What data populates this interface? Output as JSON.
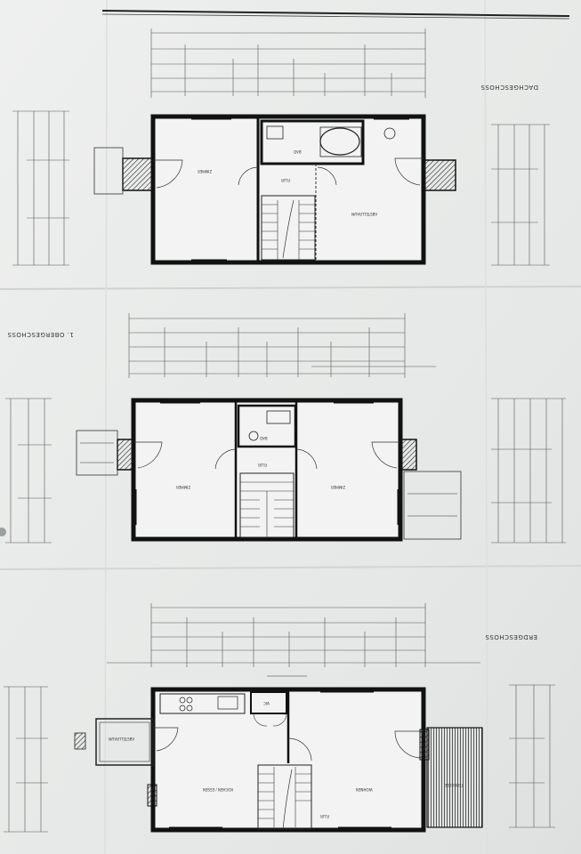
{
  "floors": [
    {
      "id": "dachgeschoss",
      "title": "DACHGESCHOSS",
      "rooms": [
        {
          "id": "zimmer",
          "label": "ZIMMER"
        },
        {
          "id": "bad",
          "label": "BAD"
        },
        {
          "id": "flur",
          "label": "FLUR"
        },
        {
          "id": "abstellraum",
          "label": "ABSTELLRAUM"
        }
      ]
    },
    {
      "id": "obergeschoss",
      "title": "1. OBERGESCHOSS",
      "rooms": [
        {
          "id": "zimmer-links",
          "label": "ZIMMER"
        },
        {
          "id": "bad",
          "label": "BAD"
        },
        {
          "id": "flur",
          "label": "FLUR"
        },
        {
          "id": "zimmer-rechts",
          "label": "ZIMMER"
        }
      ]
    },
    {
      "id": "erdgeschoss",
      "title": "ERDGESCHOSS",
      "rooms": [
        {
          "id": "kochen-essen",
          "label": "KOCHEN / ESSEN"
        },
        {
          "id": "wc",
          "label": "WC"
        },
        {
          "id": "wohnen",
          "label": "WOHNEN"
        },
        {
          "id": "abstellraum",
          "label": "ABSTELLRAUM"
        },
        {
          "id": "terrasse",
          "label": "TERRASSE"
        },
        {
          "id": "flur",
          "label": "FLUR"
        }
      ]
    }
  ]
}
